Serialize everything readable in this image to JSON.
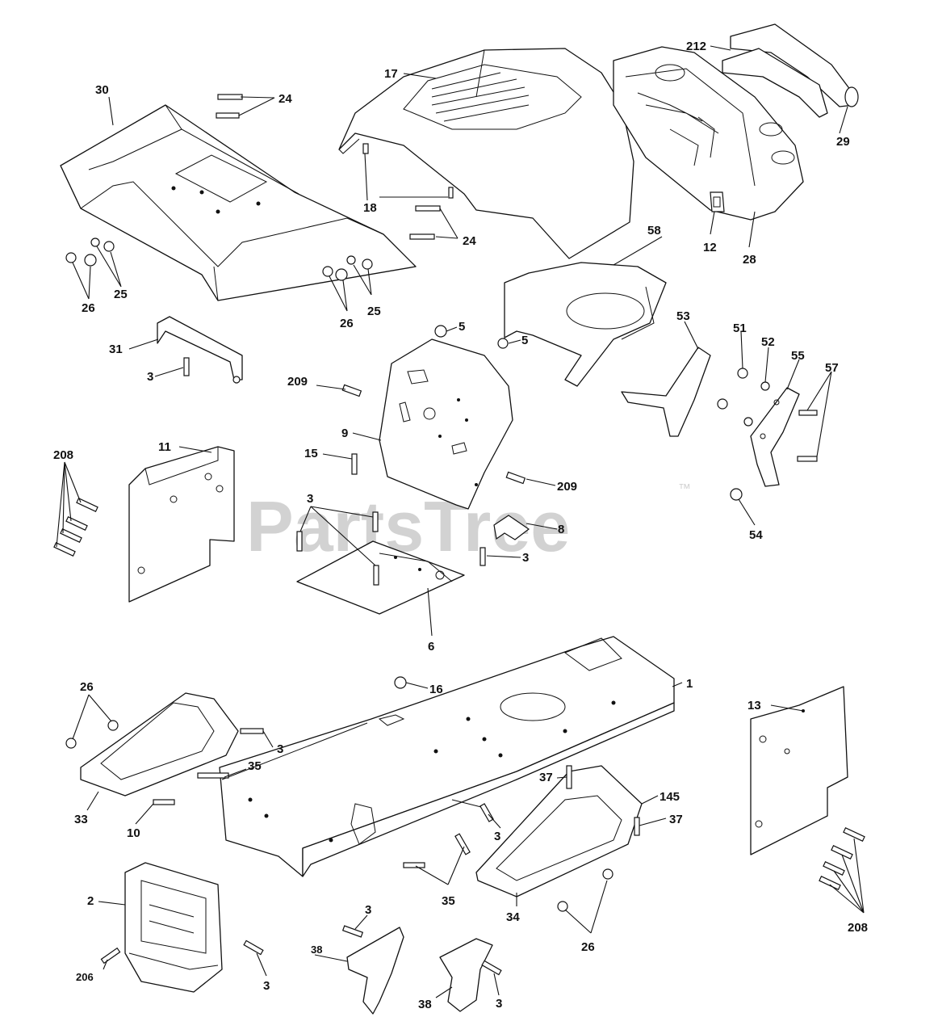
{
  "watermark": {
    "text": "PartsTree",
    "trademark": "™"
  },
  "callouts": {
    "c30": "30",
    "c24a": "24",
    "c17": "17",
    "c212": "212",
    "c29": "29",
    "c18": "18",
    "c24b": "24",
    "c12": "12",
    "c28": "28",
    "c26a": "26",
    "c25a": "25",
    "c26b": "26",
    "c25b": "25",
    "c58": "58",
    "c31": "31",
    "c3a": "3",
    "c5a": "5",
    "c5b": "5",
    "c53": "53",
    "c51": "51",
    "c52": "52",
    "c55": "55",
    "c57": "57",
    "c209a": "209",
    "c9": "9",
    "c208a": "208",
    "c11": "11",
    "c15": "15",
    "c209b": "209",
    "c3b": "3",
    "c8": "8",
    "c3c": "3",
    "c54": "54",
    "c6": "6",
    "c16": "16",
    "c1": "1",
    "c26c": "26",
    "c13": "13",
    "c3d": "3",
    "c35a": "35",
    "c37a": "37",
    "c145": "145",
    "c37b": "37",
    "c33": "33",
    "c10": "10",
    "c3e": "3",
    "c35b": "35",
    "c34": "34",
    "c2": "2",
    "c3f": "3",
    "c26d": "26",
    "c208b": "208",
    "c206": "206",
    "c3g": "3",
    "c38a": "38",
    "c38b": "38",
    "c3h": "3"
  }
}
